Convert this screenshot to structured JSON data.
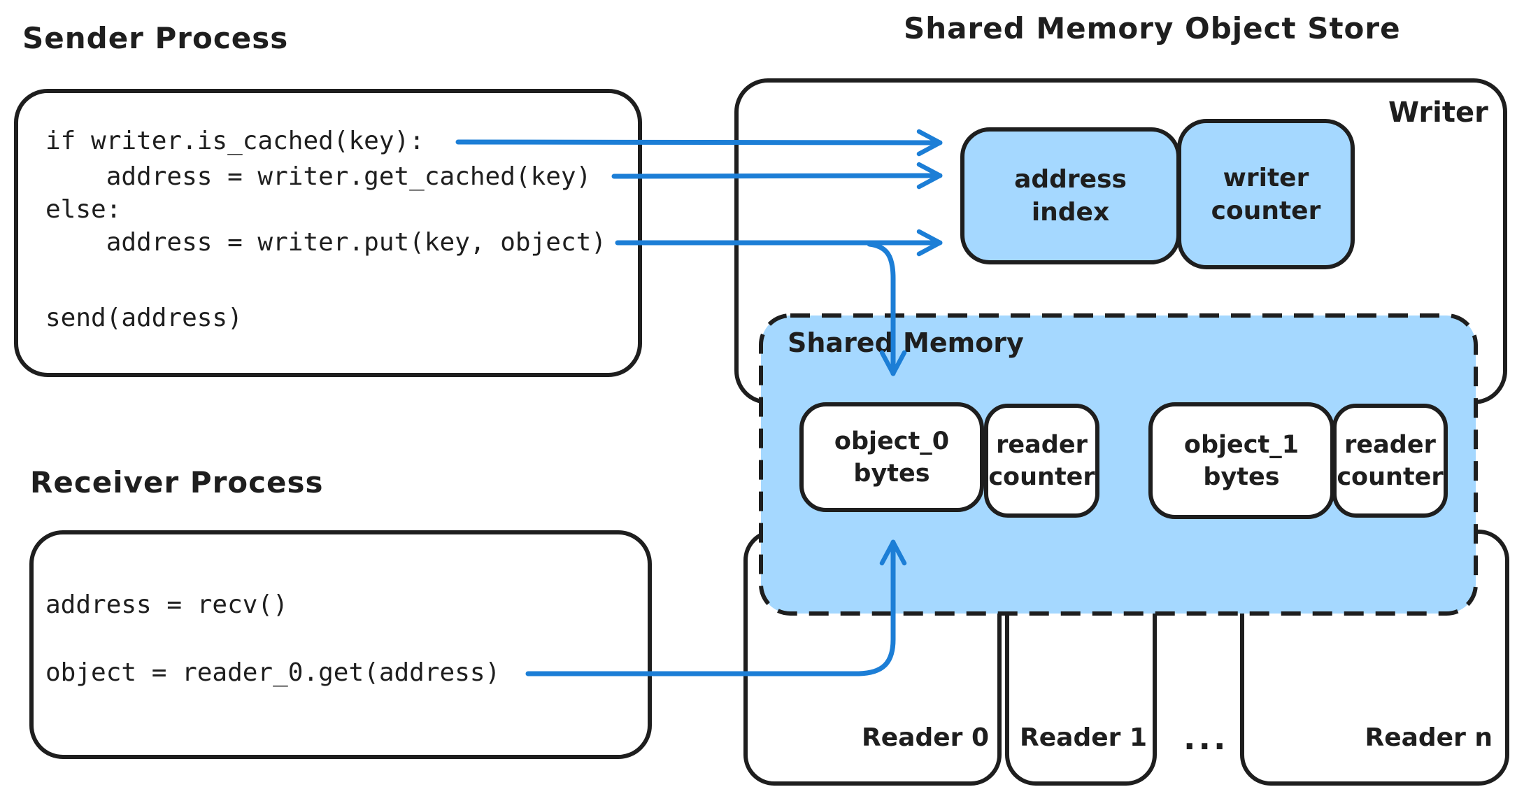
{
  "colors": {
    "stroke": "#1e1e1e",
    "blue_fill": "#a5d8ff",
    "arrow": "#1c7ed6",
    "bg": "#ffffff"
  },
  "sender": {
    "title": "Sender Process",
    "code": [
      "if writer.is_cached(key):",
      "    address = writer.get_cached(key)",
      "else:",
      "    address = writer.put(key, object)",
      "send(address)"
    ]
  },
  "receiver": {
    "title": "Receiver Process",
    "code": [
      "address = recv()",
      "object = reader_0.get(address)"
    ]
  },
  "store": {
    "title": "Shared Memory Object Store",
    "writer_label": "Writer",
    "address_index": [
      "address",
      "index"
    ],
    "writer_counter": [
      "writer",
      "counter"
    ],
    "shared_memory_label": "Shared Memory",
    "objects": [
      {
        "name": [
          "object_0",
          "bytes"
        ],
        "counter": [
          "reader",
          "counter"
        ]
      },
      {
        "name": [
          "object_1",
          "bytes"
        ],
        "counter": [
          "reader",
          "counter"
        ]
      }
    ],
    "readers": [
      "Reader 0",
      "Reader 1",
      "Reader n"
    ],
    "ellipsis": "..."
  }
}
